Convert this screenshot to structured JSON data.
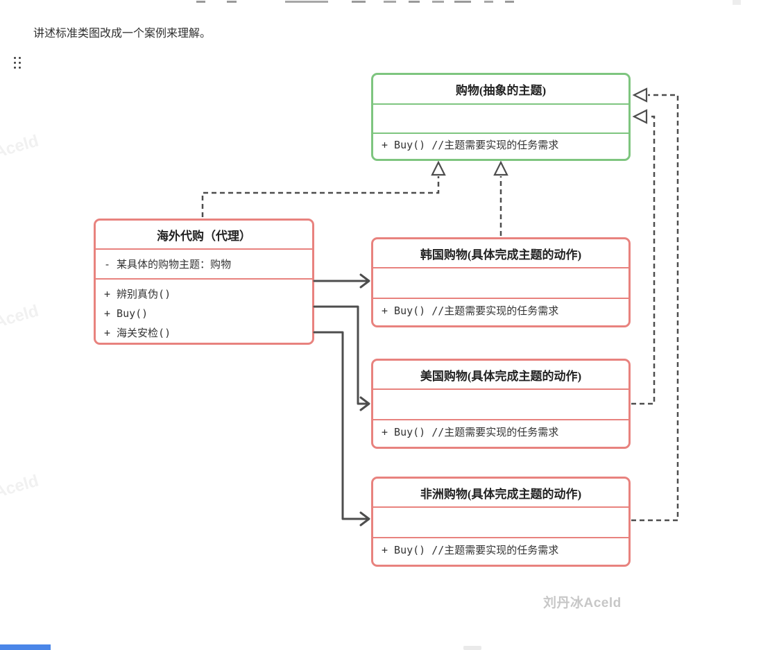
{
  "page": {
    "heading": "讲述标准类图改成一个案例来理解。",
    "watermark": "刘丹冰Aceld",
    "edge_watermark": "Aceld"
  },
  "colors": {
    "green": "#7EC57F",
    "red": "#E8827E",
    "line": "#4D4D4D",
    "watermark": "#C7C7C7",
    "edge_watermark": "#F1F1F1",
    "accent_blue": "#4A86E8"
  },
  "diagram": {
    "abstract_subject": {
      "title": "购物(抽象的主题)",
      "methods": [
        "+ Buy() //主题需要实现的任务需求"
      ]
    },
    "proxy": {
      "title": "海外代购（代理）",
      "attributes": [
        "- 某具体的购物主题：购物"
      ],
      "methods": [
        "+ 辨别真伪()",
        "+ Buy()",
        "+ 海关安检()"
      ]
    },
    "concrete_korea": {
      "title": "韩国购物(具体完成主题的动作)",
      "methods": [
        "+ Buy() //主题需要实现的任务需求"
      ]
    },
    "concrete_usa": {
      "title": "美国购物(具体完成主题的动作)",
      "methods": [
        "+ Buy() //主题需要实现的任务需求"
      ]
    },
    "concrete_africa": {
      "title": "非洲购物(具体完成主题的动作)",
      "methods": [
        "+ Buy() //主题需要实现的任务需求"
      ]
    }
  }
}
